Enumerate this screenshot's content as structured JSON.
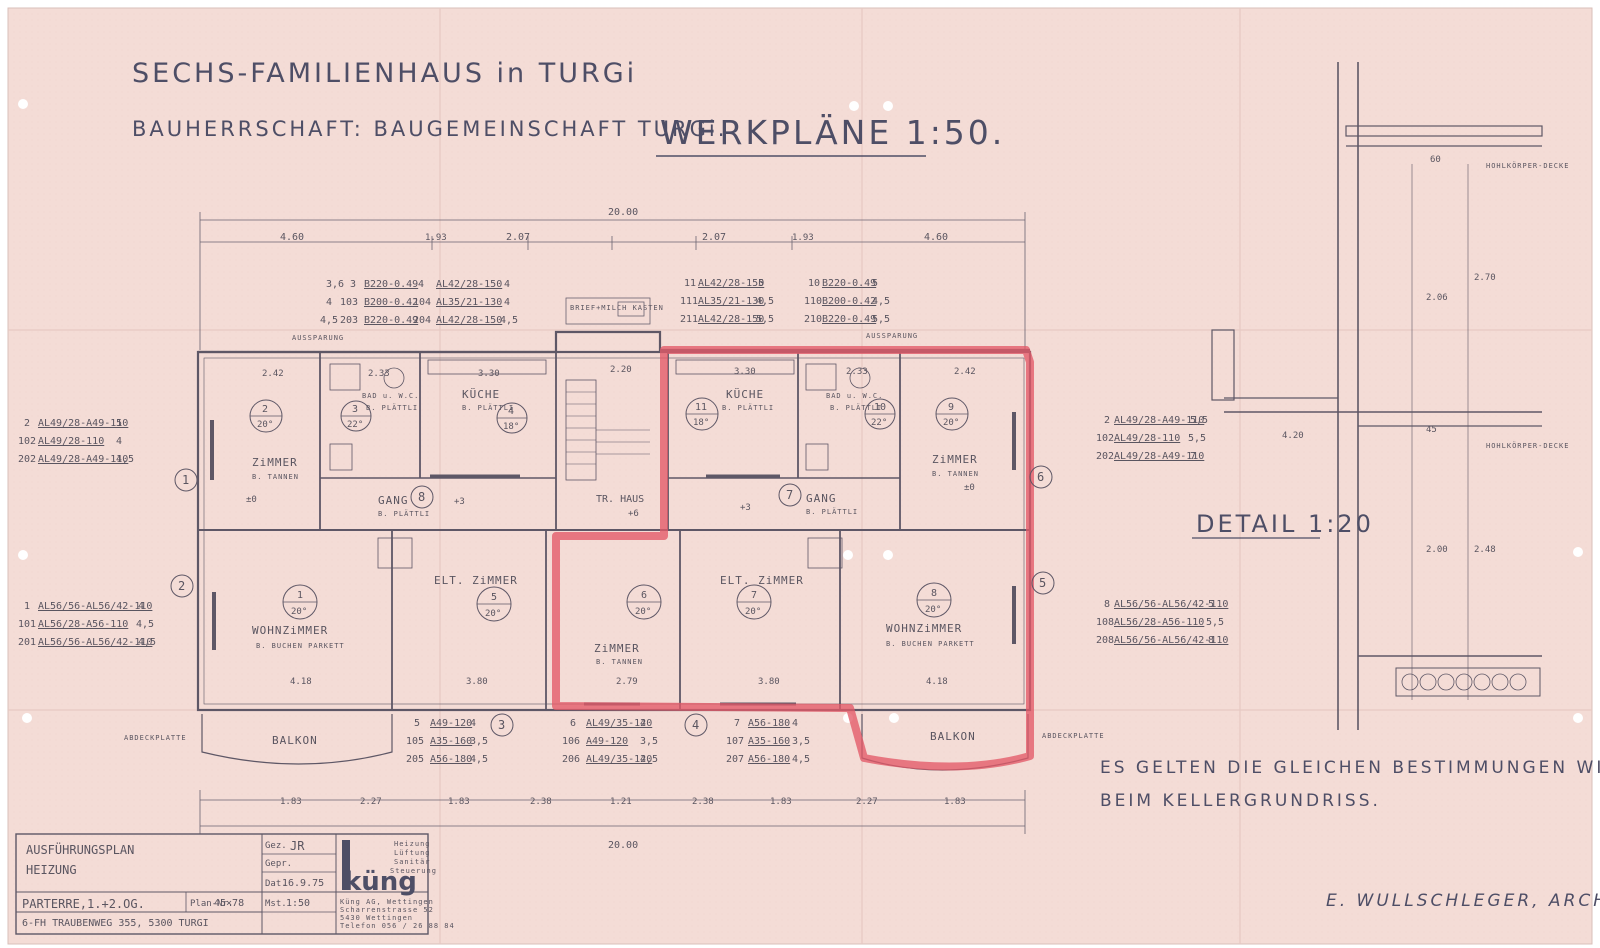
{
  "title": {
    "line1": "SECHS-FAMILIENHAUS in TURGi",
    "line2": "BAUHERRSCHAFT: BAUGEMEINSCHAFT TURGi.",
    "scale": "WERKPLÄNE 1:50."
  },
  "detail": {
    "label": "DETAIL 1:20",
    "upper_note": "HOHLKÖRPER-DECKE",
    "lower_note": "HOHLKÖRPER-DECKE"
  },
  "note": {
    "line1": "ES GELTEN DIE GLEICHEN BESTIMMUNGEN WIE",
    "line2": "BEIM KELLERGRUNDRISS."
  },
  "architect": "E. WULLSCHLEGER, ARCH. TURGi.",
  "titleblock": {
    "plan_line1": "AUSFÜHRUNGSPLAN",
    "plan_line2": "HEIZUNG",
    "floor": "PARTERRE,1.+2.OG.",
    "address": "6-FH TRAUBENWEG 355, 5300 TURGI",
    "drawn_label": "Gez.",
    "drawn": "JR",
    "checked_label": "Gepr.",
    "date_label": "Dat.",
    "date": "16.9.75",
    "scale_label": "Mst.",
    "scale": "1:50",
    "format_label": "Plan-Nr.",
    "format": "45×78",
    "services": [
      "Heizung",
      "Lüftung",
      "Sanitär",
      "Steuerung"
    ],
    "company_logo": "küng",
    "company_addr": [
      "Küng AG, Wettingen",
      "Scharrenstrasse 52",
      "5430 Wettingen",
      "Telefon 056 / 26 88 84"
    ]
  },
  "rooms": [
    {
      "name": "ZiMMER",
      "sub": "B. TANNEN",
      "num": "2",
      "temp": "20°"
    },
    {
      "name": "BAD u. W.C.",
      "sub": "B. PLÄTTLI",
      "num": "3",
      "temp": "22°"
    },
    {
      "name": "KÜCHE",
      "sub": "B. PLÄTTLI",
      "num": "4",
      "temp": "18°"
    },
    {
      "name": "KÜCHE",
      "sub": "B. PLÄTTLI",
      "num": "11",
      "temp": "18°"
    },
    {
      "name": "BAD u. W.C.",
      "sub": "B. PLÄTTLI",
      "num": "10",
      "temp": "22°"
    },
    {
      "name": "ZiMMER",
      "sub": "B. TANNEN",
      "num": "9",
      "temp": "20°"
    },
    {
      "name": "WOHNZiMMER",
      "sub": "B. BUCHEN PARKETT",
      "num": "1",
      "temp": "20°"
    },
    {
      "name": "ELT. ZiMMER",
      "sub": "",
      "num": "5",
      "temp": "20°"
    },
    {
      "name": "ZiMMER",
      "sub": "B. TANNEN",
      "num": "6",
      "temp": "20°"
    },
    {
      "name": "ELT. ZiMMER",
      "sub": "",
      "num": "7",
      "temp": "20°"
    },
    {
      "name": "WOHNZiMMER",
      "sub": "B. BUCHEN PARKETT",
      "num": "8",
      "temp": "20°"
    }
  ],
  "areas": {
    "gang_left": "GANG",
    "gang_right": "GANG",
    "gang_sub": "B. PLÄTTLI",
    "treppenhaus": "TR. HAUS",
    "balkon_left": "BALKON",
    "balkon_right": "BALKON",
    "abdeck_left": "ABDECKPLATTE",
    "abdeck_right": "ABDECKPLATTE",
    "aussparung_left": "AUSSPARUNG",
    "aussparung_right": "AUSSPARUNG",
    "briefkasten": "BRIEF+MILCH KASTEN"
  },
  "axes": [
    "1",
    "2",
    "3",
    "4",
    "5",
    "6",
    "7",
    "8"
  ],
  "radiator_groups": {
    "top_left": [
      {
        "n": "3",
        "c": "B220-0.49",
        "n2": "4",
        "c2": "AL42/28-150",
        "v": "3,6",
        "v2": "4"
      },
      {
        "n": "103",
        "c": "B200-0.42",
        "n2": "104",
        "c2": "AL35/21-130",
        "v": "4",
        "v2": "4"
      },
      {
        "n": "203",
        "c": "B220-0.49",
        "n2": "204",
        "c2": "AL42/28-150",
        "v": "4,5",
        "v2": "4,5"
      }
    ],
    "top_right": [
      {
        "n": "11",
        "c": "AL42/28-150",
        "n2": "10",
        "c2": "B220-0.49",
        "v": "5",
        "v2": "5"
      },
      {
        "n": "111",
        "c": "AL35/21-130",
        "n2": "110",
        "c2": "B200-0.42",
        "v": "4,5",
        "v2": "4,5"
      },
      {
        "n": "211",
        "c": "AL42/28-150",
        "n2": "210",
        "c2": "B220-0.49",
        "v": "5,5",
        "v2": "5,5"
      }
    ],
    "left_upper": [
      {
        "n": "2",
        "c": "AL49/28-A49-110",
        "v": "5"
      },
      {
        "n": "102",
        "c": "AL49/28-110",
        "v": "4"
      },
      {
        "n": "202",
        "c": "AL49/28-A49-110",
        "v": "4,5"
      }
    ],
    "left_lower": [
      {
        "n": "1",
        "c": "AL56/56-AL56/42-110",
        "v": "4"
      },
      {
        "n": "101",
        "c": "AL56/28-A56-110",
        "v": "4,5"
      },
      {
        "n": "201",
        "c": "AL56/56-AL56/42-110",
        "v": "4,5"
      }
    ],
    "right_upper": [
      {
        "n": "2",
        "c": "AL49/28-A49-110",
        "v": "5,5"
      },
      {
        "n": "102",
        "c": "AL49/28-110",
        "v": "5,5"
      },
      {
        "n": "202",
        "c": "AL49/28-A49-110",
        "v": "7"
      }
    ],
    "right_lower": [
      {
        "n": "8",
        "c": "AL56/56-AL56/42-110",
        "v": "5"
      },
      {
        "n": "108",
        "c": "AL56/28-A56-110",
        "v": "5,5"
      },
      {
        "n": "208",
        "c": "AL56/56-AL56/42-110",
        "v": "8"
      }
    ],
    "bottom_1": [
      {
        "n": "5",
        "c": "A49-120",
        "v": "4"
      },
      {
        "n": "105",
        "c": "A35-160",
        "v": "3,5"
      },
      {
        "n": "205",
        "c": "A56-180",
        "v": "4,5"
      }
    ],
    "bottom_2": [
      {
        "n": "6",
        "c": "AL49/35-120",
        "v": "4"
      },
      {
        "n": "106",
        "c": "A49-120",
        "v": "3,5"
      },
      {
        "n": "206",
        "c": "AL49/35-120",
        "v": "4,5"
      }
    ],
    "bottom_3": [
      {
        "n": "7",
        "c": "A56-180",
        "v": "4"
      },
      {
        "n": "107",
        "c": "A35-160",
        "v": "3,5"
      },
      {
        "n": "207",
        "c": "A56-180",
        "v": "4,5"
      }
    ]
  },
  "dimensions": {
    "top_total": "20.00",
    "bottom_total": "20.00",
    "top_row": [
      "4.60",
      "1.93",
      "2.07",
      "2.07",
      "1.93",
      "4.60"
    ],
    "bottom_row": [
      "1.83",
      "2.27",
      "1.83",
      "2.38",
      "1.21",
      "2.38",
      "1.83",
      "2.27",
      "1.83"
    ],
    "room_widths": [
      "2.42",
      "2.33",
      "3.30",
      "2.20",
      "3.30",
      "2.33",
      "2.42"
    ],
    "lower_widths": [
      "4.18",
      "3.80",
      "2.79",
      "3.80",
      "4.18"
    ],
    "levels": [
      "±0",
      "+3",
      "+6",
      "+3",
      "±0"
    ],
    "detail_dims": [
      "60",
      "2.70",
      "2.06",
      "45",
      "4.20",
      "2.00",
      "2.48"
    ]
  },
  "colors": {
    "paper": "#f4dcd6",
    "line": "#5e5766",
    "ink": "#4e4e66",
    "highlight": "#e35a68"
  }
}
